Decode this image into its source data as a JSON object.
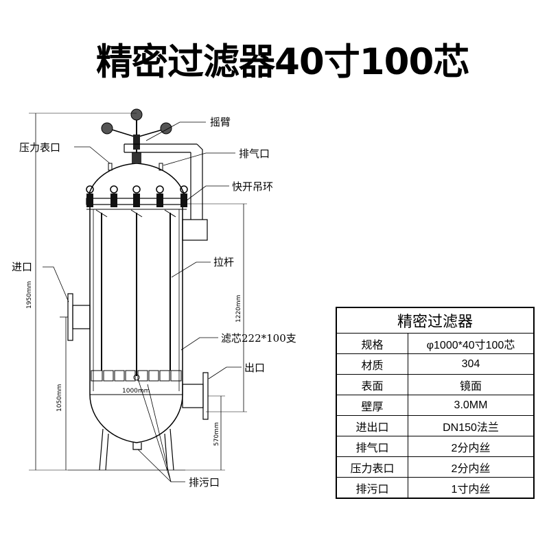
{
  "title": "精密过滤器40寸100芯",
  "labels": {
    "rocker_arm": "摇臂",
    "pressure_gauge_port": "压力表口",
    "vent_port": "排气口",
    "quick_open_lifting_ring": "快开吊环",
    "inlet": "进口",
    "tie_rod": "拉杆",
    "filter_cartridge": "滤芯222*100支",
    "outlet": "出口",
    "drain_port": "排污口"
  },
  "dimensions": {
    "total_height": "1950mm",
    "inlet_height": "1050mm",
    "body_height": "1220mm",
    "outlet_height": "570mm",
    "diameter": "1000mm"
  },
  "spec_table": {
    "caption": "精密过滤器",
    "rows": [
      {
        "key": "规格",
        "value": "φ1000*40寸100芯"
      },
      {
        "key": "材质",
        "value": "304"
      },
      {
        "key": "表面",
        "value": "镜面"
      },
      {
        "key": "壁厚",
        "value": "3.0MM"
      },
      {
        "key": "进出口",
        "value": "DN150法兰"
      },
      {
        "key": "排气口",
        "value": "2分内丝"
      },
      {
        "key": "压力表口",
        "value": "2分内丝"
      },
      {
        "key": "排污口",
        "value": "1寸内丝"
      }
    ]
  }
}
